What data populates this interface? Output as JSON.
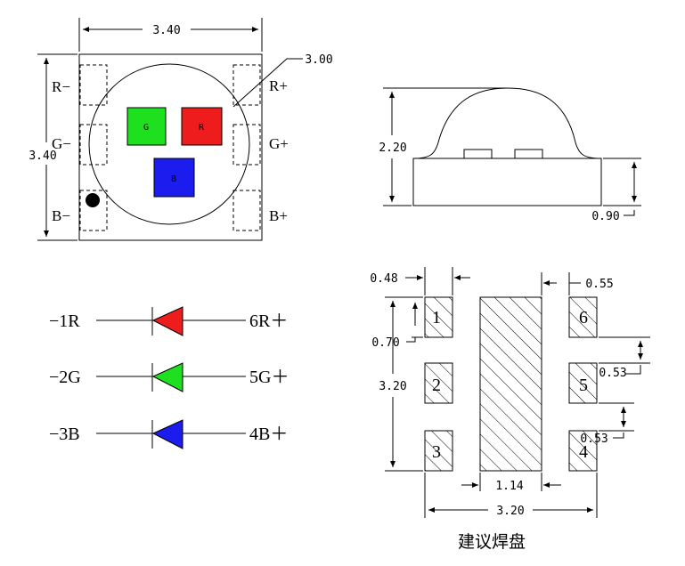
{
  "top_view": {
    "width_dim": "3.40",
    "height_dim": "3.40",
    "circle_dim": "3.00",
    "left_labels": [
      "R−",
      "G−",
      "B−"
    ],
    "right_labels": [
      "R+",
      "G+",
      "B+"
    ],
    "chips": [
      {
        "letter": "G",
        "color": "#1fe01f"
      },
      {
        "letter": "R",
        "color": "#ee1c1c"
      },
      {
        "letter": "B",
        "color": "#1c1cee"
      }
    ]
  },
  "side_view": {
    "height_dim": "2.20",
    "base_dim": "0.90"
  },
  "circuit": [
    {
      "left": "−1R",
      "right": "6R＋",
      "color": "#ee1c1c"
    },
    {
      "left": "−2G",
      "right": "5G＋",
      "color": "#1fe01f"
    },
    {
      "left": "−3B",
      "right": "4B＋",
      "color": "#1c1cee"
    }
  ],
  "pad_layout": {
    "pad_width": "0.48",
    "pad_height": "0.70",
    "gap": "0.55",
    "pitch_1": "0.53",
    "pitch_2": "0.53",
    "total_height": "3.20",
    "center_width": "1.14",
    "total_width": "3.20",
    "pad_numbers": [
      "1",
      "2",
      "3",
      "6",
      "5",
      "4"
    ],
    "caption": "建议焊盘"
  }
}
